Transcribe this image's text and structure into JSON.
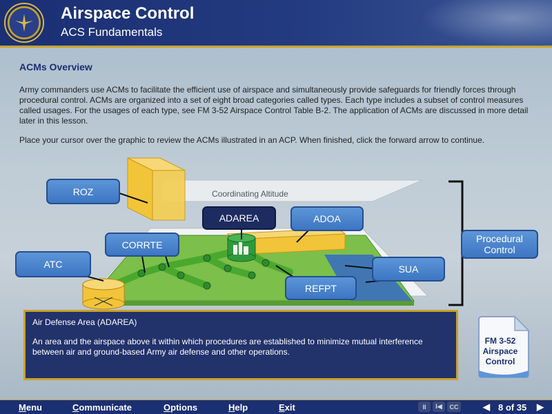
{
  "header": {
    "title": "Airspace Control",
    "subtitle": "ACS Fundamentals",
    "logo_icon": "army-aviation-seal-icon"
  },
  "content": {
    "section_title": "ACMs Overview",
    "body": "Army commanders use ACMs to facilitate the efficient use of airspace and simultaneously provide safeguards for friendly forces through procedural control. ACMs are organized into a set of eight broad categories called types. Each type includes a subset of control measures called usages. For the usages of each type, see FM 3-52 Airspace Control Table B-2. The application of ACMs are discussed in more detail later in this lesson.",
    "instruction": "Place your cursor over the graphic to review the ACMs illustrated in an ACP. When finished, click the forward arrow to continue."
  },
  "diagram": {
    "coordinating_altitude": "Coordinating Altitude",
    "labels": {
      "roz": "ROZ",
      "adarea": "ADAREA",
      "adoa": "ADOA",
      "corrte": "CORRTE",
      "atc": "ATC",
      "sua": "SUA",
      "refpt": "REFPT",
      "procedural_line1": "Procedural",
      "procedural_line2": "Control"
    },
    "selected": "ADAREA",
    "colors": {
      "selected_tag": "#1d2c60",
      "tag": "#4a84cc",
      "zone_fill": "#f2c43a",
      "ground": "#7cbf4a",
      "corridor": "#5bb83a",
      "sua_fill": "#3a6fbf"
    }
  },
  "info_box": {
    "title": "Air Defense Area (ADAREA)",
    "description": "An area and the airspace above it within which procedures are established to minimize mutual interference between air and ground-based Army air defense and other operations."
  },
  "reference": {
    "line1": "FM 3-52",
    "line2": "Airspace",
    "line3": "Control",
    "icon": "document-icon"
  },
  "footer": {
    "menu": {
      "prefix": "",
      "hotkey": "M",
      "rest": "enu"
    },
    "communicate": {
      "hotkey": "C",
      "rest": "ommunicate"
    },
    "options": {
      "hotkey": "O",
      "rest": "ptions"
    },
    "help": {
      "hotkey": "H",
      "rest": "elp"
    },
    "exit": {
      "hotkey": "E",
      "rest": "xit"
    },
    "pause_label": "II",
    "restart_label": "I◀",
    "cc_label": "CC",
    "page_current": "8",
    "page_of": "of",
    "page_total": "35",
    "page_text": "8  of 35"
  }
}
